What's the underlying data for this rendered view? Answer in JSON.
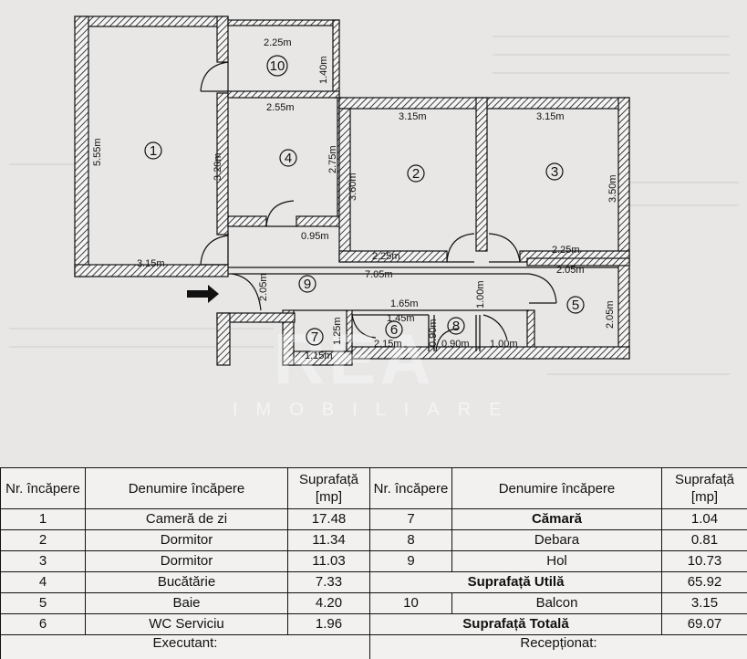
{
  "plan": {
    "rooms": [
      {
        "num": "1"
      },
      {
        "num": "2"
      },
      {
        "num": "3"
      },
      {
        "num": "4"
      },
      {
        "num": "5"
      },
      {
        "num": "6"
      },
      {
        "num": "7"
      },
      {
        "num": "8"
      },
      {
        "num": "9"
      },
      {
        "num": "10"
      }
    ],
    "dimensions": [
      "2.25m",
      "1.40m",
      "5.55m",
      "3.20m",
      "2.55m",
      "2.75m",
      "0.95m",
      "3.15m",
      "3.15m",
      "3.15m",
      "3.60m",
      "3.50m",
      "2.25m",
      "2.25m",
      "2.05m",
      "2.05m",
      "7.05m",
      "1.00m",
      "2.05m",
      "1.65m",
      "1.45m",
      "1.25m",
      "1.15m",
      "2.15m",
      "0.90m",
      "0.90m",
      "1.00m"
    ],
    "watermark": "REA",
    "watermark_sub": "IMOBILIARE"
  },
  "table": {
    "headers": {
      "nr": "Nr. încăpere",
      "name": "Denumire încăpere",
      "area": "Suprafață [mp]"
    },
    "left_rows": [
      {
        "nr": "1",
        "name": "Cameră de zi",
        "area": "17.48"
      },
      {
        "nr": "2",
        "name": "Dormitor",
        "area": "11.34"
      },
      {
        "nr": "3",
        "name": "Dormitor",
        "area": "11.03"
      },
      {
        "nr": "4",
        "name": "Bucătărie",
        "area": "7.33"
      },
      {
        "nr": "5",
        "name": "Baie",
        "area": "4.20"
      },
      {
        "nr": "6",
        "name": "WC Serviciu",
        "area": "1.96"
      }
    ],
    "right_rows": [
      {
        "nr": "7",
        "name": "Cămară",
        "area": "1.04"
      },
      {
        "nr": "8",
        "name": "Debara",
        "area": "0.81"
      },
      {
        "nr": "9",
        "name": "Hol",
        "area": "10.73"
      },
      {
        "nr": "",
        "name": "Suprafață Utilă",
        "area": "65.92"
      },
      {
        "nr": "10",
        "name": "Balcon",
        "area": "3.15"
      },
      {
        "nr": "",
        "name": "Suprafață Totală",
        "area": "69.07"
      }
    ],
    "executant": "Executant:",
    "receptionat": "Recepționat:"
  }
}
